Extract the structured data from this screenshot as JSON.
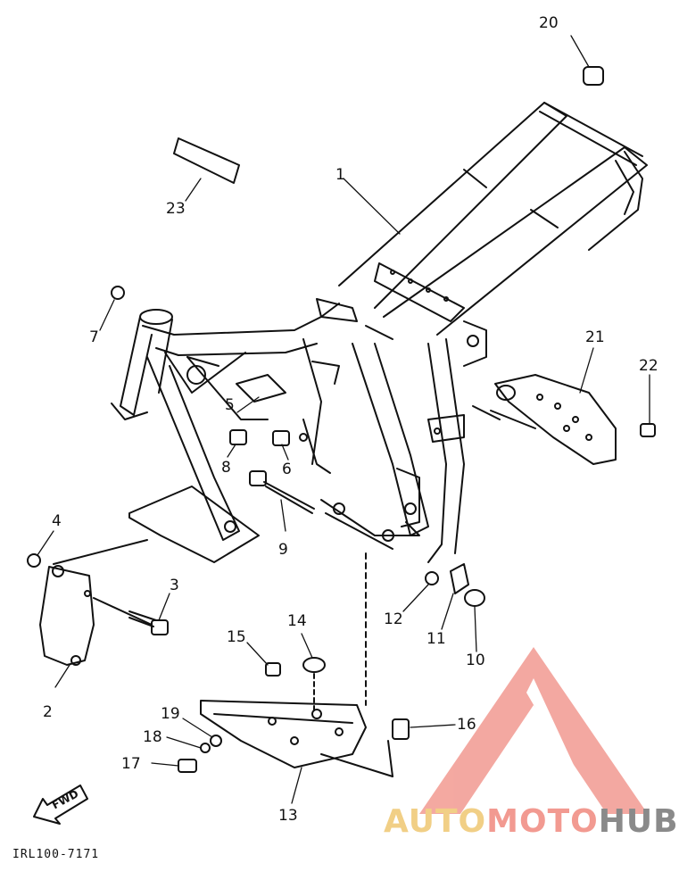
{
  "diagram": {
    "part_numbers": [
      "1",
      "2",
      "3",
      "4",
      "5",
      "6",
      "7",
      "8",
      "9",
      "10",
      "11",
      "12",
      "13",
      "14",
      "15",
      "16",
      "17",
      "18",
      "19",
      "20",
      "21",
      "22",
      "23"
    ],
    "fwd_label": "FWD",
    "diagram_code": "IRL100-7171",
    "watermark": {
      "word_auto": "AUTO",
      "word_moto": "MOTO",
      "word_hub": "HUB",
      "colors": {
        "auto": "#f1cf86",
        "moto": "#f29a91",
        "hub": "#8a8a8a",
        "logo": "#f29a91"
      }
    }
  }
}
